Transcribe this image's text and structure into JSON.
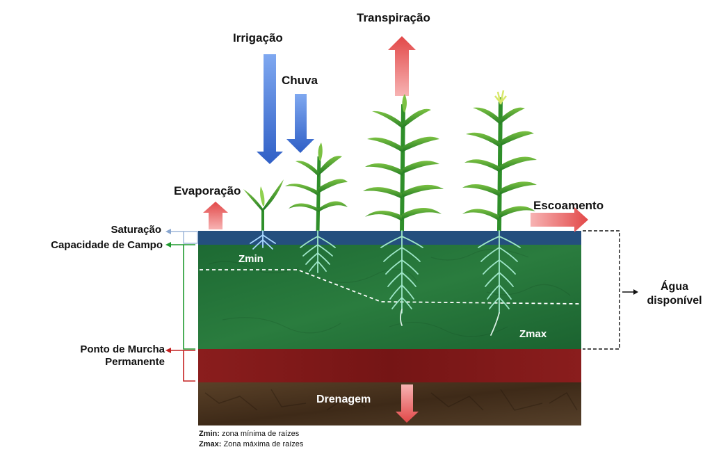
{
  "labels": {
    "irrigacao": "Irrigação",
    "chuva": "Chuva",
    "transpiracao": "Transpiração",
    "evaporacao": "Evaporação",
    "escoamento": "Escoamento",
    "saturacao": "Saturação",
    "capacidade_campo": "Capacidade de Campo",
    "ponto_murcha_1": "Ponto de Murcha",
    "ponto_murcha_2": "Permanente",
    "agua_1": "Água",
    "agua_2": "disponível",
    "zmin": "Zmin",
    "zmax": "Zmax",
    "drenagem": "Drenagem"
  },
  "legend": {
    "zmin_key": "Zmin:",
    "zmin_text": " zona mínima de raízes",
    "zmax_key": "Zmax:",
    "zmax_text": " Zona máxima de raízes"
  },
  "colors": {
    "blue_arrow": "#3f6fcf",
    "red_arrow": "#e85a5a",
    "saturation_band": "#244f7e",
    "available_water_band": "#1f6e35",
    "wilting_band": "#7e1717",
    "soil_band": "#4a3320",
    "plant_green": "#2f8f2a",
    "root_color": "#a9d8ff"
  }
}
